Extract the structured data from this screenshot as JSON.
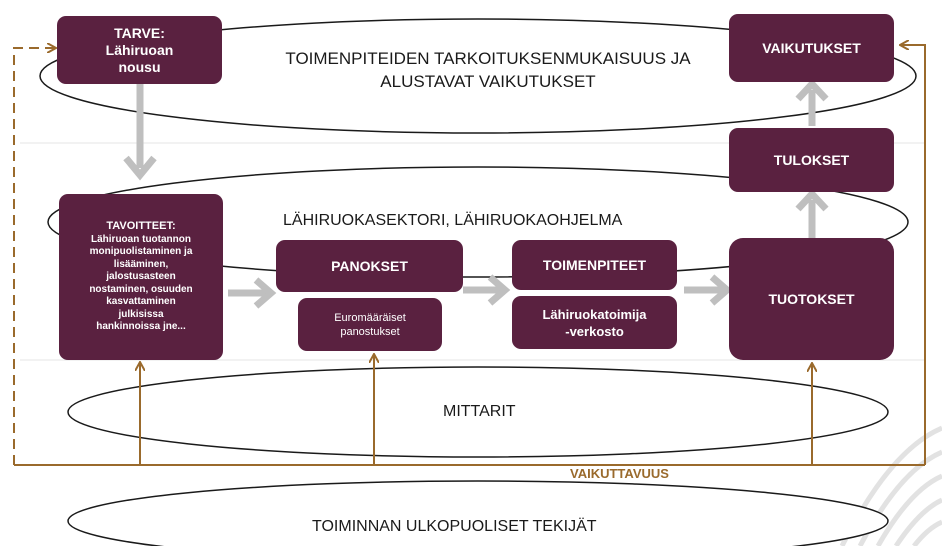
{
  "ellipses": {
    "top": [
      "TOIMENPITEIDEN TARKOITUKSENMUKAISUUS JA",
      "ALUSTAVAT VAIKUTUKSET"
    ],
    "middle": "LÄHIRUOKASEKTORI, LÄHIRUOKAOHJELMA",
    "mittarit": "MITTARIT",
    "bottom": "TOIMINNAN ULKOPUOLISET TEKIJÄT"
  },
  "boxes": {
    "tarve": [
      "TARVE:",
      "Lähiruoan",
      "nousu"
    ],
    "vaikutukset": "VAIKUTUKSET",
    "tulokset": "TULOKSET",
    "tavoitteet": {
      "title": "TAVOITTEET:",
      "lines": [
        "Lähiruoan tuotannon",
        "monipuolistaminen ja",
        "lisääminen,",
        "jalostusasteen",
        "nostaminen, osuuden",
        "kasvattaminen",
        "julkisissa",
        "hankinnoissa jne..."
      ]
    },
    "panokset": "PANOKSET",
    "panostukset": [
      "Euromääräiset",
      "panostukset"
    ],
    "toimenpiteet": "TOIMENPITEET",
    "verkosto": [
      "Lähiruokatoimija",
      "-verkosto"
    ],
    "tuotokset": "TUOTOKSET"
  },
  "feedback_label": "VAIKUTTAVUUS",
  "colors": {
    "box": "#5a2140",
    "arrow_gray": "#bfbfbf",
    "feedback": "#9a6a2c",
    "ellipse_stroke": "#1a1a1a",
    "separator": "#e6e6e6"
  }
}
